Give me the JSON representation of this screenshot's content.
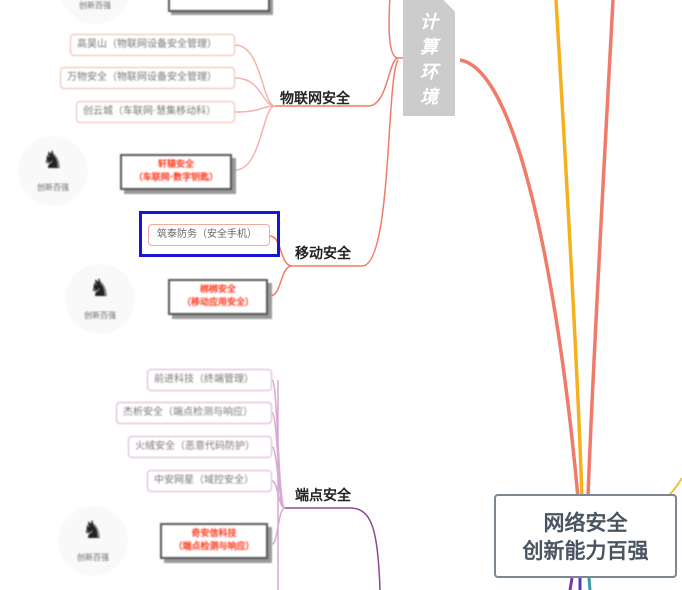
{
  "root_node": {
    "line1": "网络安全",
    "line2": "创新能力百强"
  },
  "compute_env": {
    "chars": [
      "计",
      "算",
      "环",
      "境"
    ]
  },
  "categories": {
    "iot": "物联网安全",
    "mobile": "移动安全",
    "endpoint": "端点安全"
  },
  "iot_leaves": [
    "高昊山（物联网设备安全管理）",
    "万物安全（物联网设备安全管理）",
    "创云城（车联网·慧集移动科）"
  ],
  "iot_main": {
    "line1": "轩辕安全",
    "line2": "（车联网·数字钥匙）"
  },
  "mobile_leaf": "筑泰防务（安全手机）",
  "mobile_main": {
    "line1": "梆梆安全",
    "line2": "（移动应用安全）"
  },
  "endpoint_leaves": [
    "前进科技（终端管理）",
    "杰析安全（端点检测与响应）",
    "火绒安全（恶意代码防护）",
    "中安网星（域控安全）"
  ],
  "endpoint_main": {
    "line1": "奇安信科技",
    "line2": "（端点检测与响应）"
  },
  "logo_caption": "创新百强",
  "colors": {
    "salmon": "#f07b6a",
    "orange": "#f5a623",
    "purple": "#8e4a8f",
    "yellow": "#f0c040",
    "highlight": "#1616d6"
  }
}
